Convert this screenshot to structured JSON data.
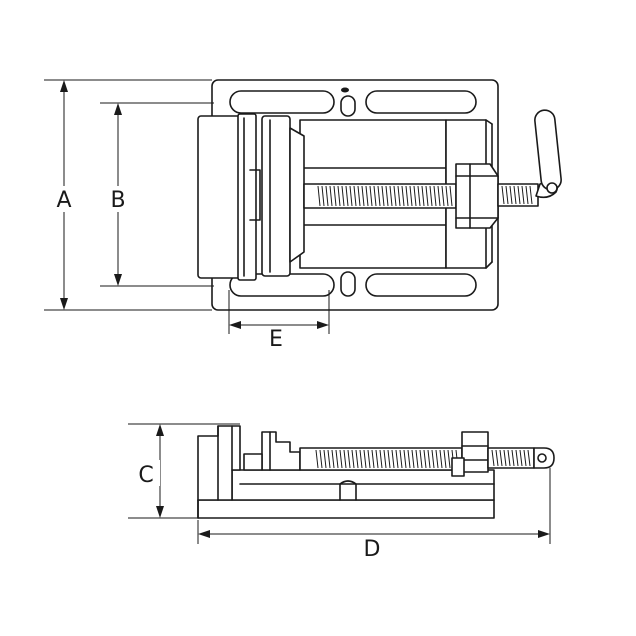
{
  "labels": {
    "A": "A",
    "B": "B",
    "C": "C",
    "D": "D",
    "E": "E"
  },
  "colors": {
    "line": "#1a1a1a",
    "background": "#ffffff"
  }
}
